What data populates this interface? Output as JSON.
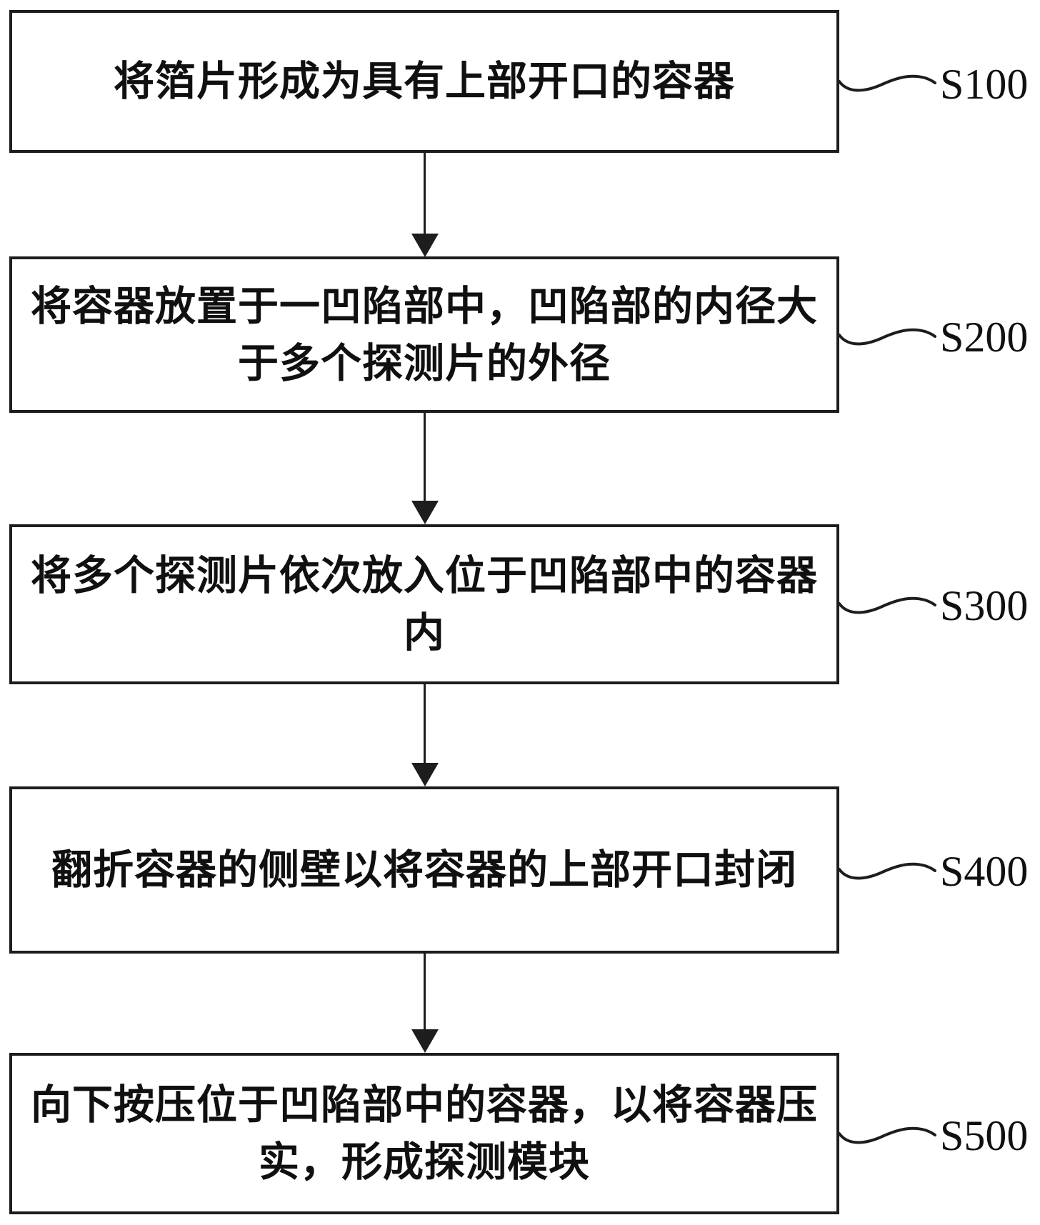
{
  "figure": {
    "type": "flowchart",
    "background_color": "#ffffff",
    "ink_color": "#1d1d1d",
    "steps": [
      {
        "label": "S100",
        "lines": [
          "将箔片形成为具有上部开口的容器"
        ]
      },
      {
        "label": "S200",
        "lines": [
          "将容器放置于一凹陷部中，凹陷部的内径大",
          "于多个探测片的外径"
        ]
      },
      {
        "label": "S300",
        "lines": [
          "将多个探测片依次放入位于凹陷部中的容器",
          "内"
        ]
      },
      {
        "label": "S400",
        "lines": [
          "翻折容器的侧壁以将容器的上部开口封闭"
        ]
      },
      {
        "label": "S500",
        "lines": [
          "向下按压位于凹陷部中的容器，以将容器压",
          "实，形成探测模块"
        ]
      }
    ]
  }
}
